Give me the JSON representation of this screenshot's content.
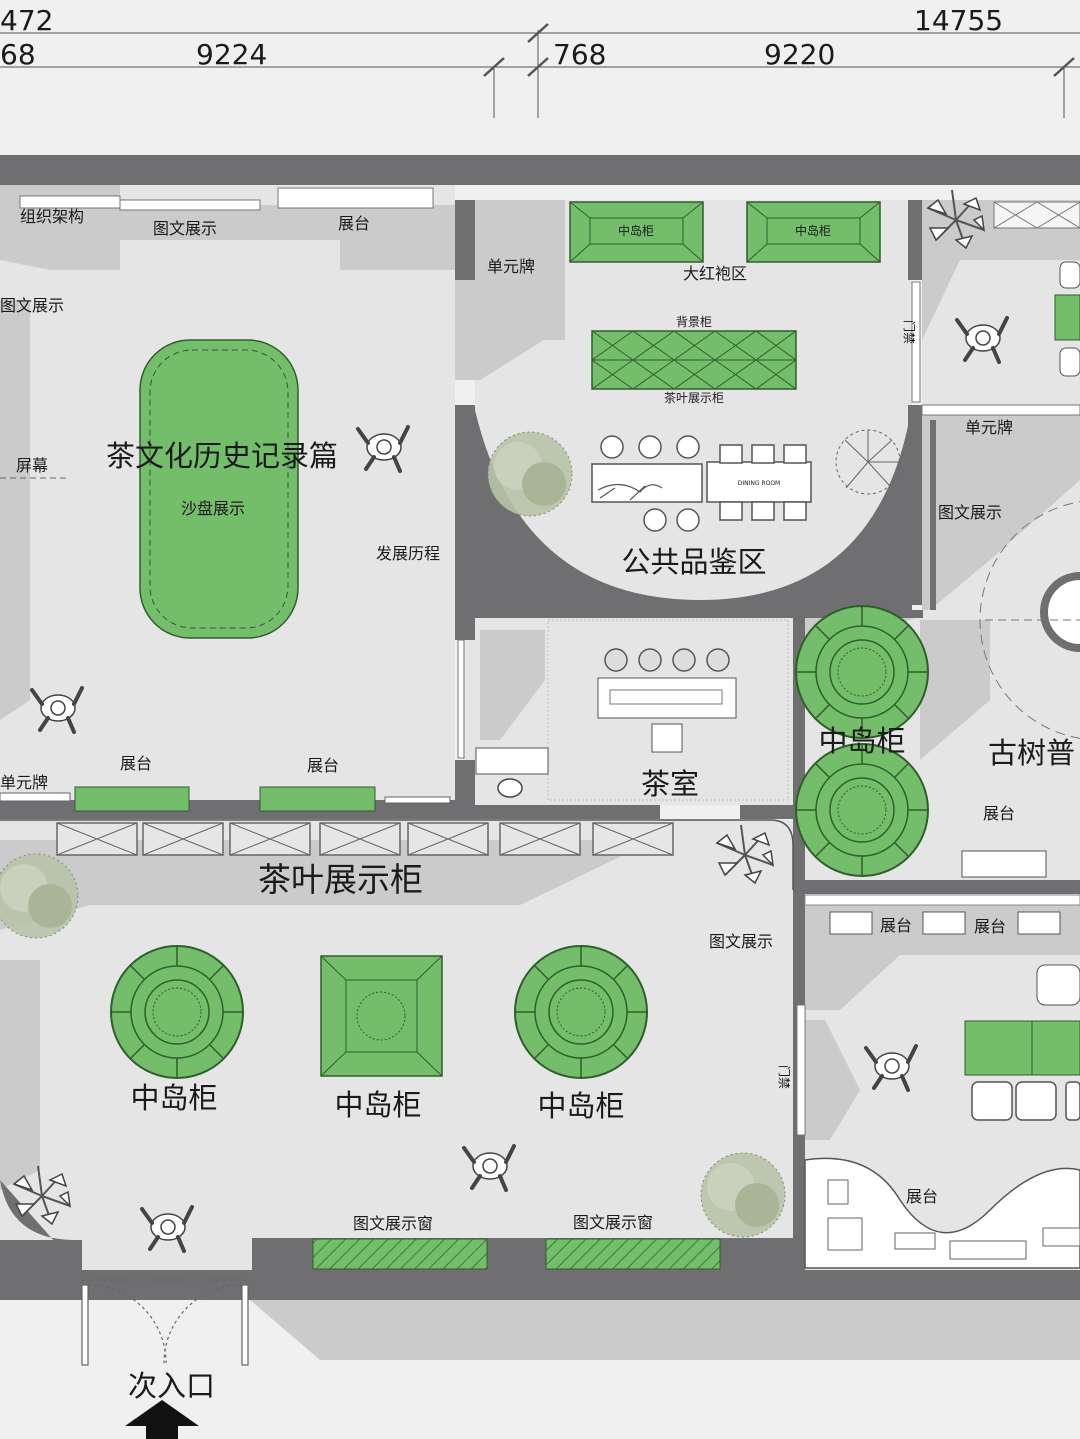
{
  "dimensions": {
    "d_472": "472",
    "d_68": "68",
    "d_9224": "9224",
    "d_768": "768",
    "d_9220": "9220",
    "d_14755": "14755"
  },
  "history_hall": {
    "org_chart": "组织架构",
    "graphic_display_top": "图文展示",
    "display_stand_top": "展台",
    "graphic_display_left": "图文展示",
    "screen": "屏幕",
    "title": "茶文化历史记录篇",
    "sand_table": "沙盘展示",
    "development_history": "发展历程",
    "display_stand_1": "展台",
    "display_stand_2": "展台",
    "unit_sign": "单元牌"
  },
  "dahongpao_area": {
    "unit_sign": "单元牌",
    "island_cabinet_1": "中岛柜",
    "island_cabinet_2": "中岛柜",
    "area_label": "大红袍区",
    "backdrop_cabinet": "背景柜",
    "tea_cabinet": "茶叶展示柜",
    "dining_label": "DINING ROOM",
    "tasting_area": "公共品鉴区"
  },
  "tea_room": {
    "label": "茶室"
  },
  "east_wing": {
    "unit_sign": "单元牌",
    "graphic_display": "图文展示",
    "island_cabinet": "中岛柜",
    "ancient_tree": "古树普",
    "display_stand": "展台",
    "door_tag": "门禁"
  },
  "main_hall": {
    "tea_cabinet_row": "茶叶展示柜",
    "island_cabinet_1": "中岛柜",
    "island_cabinet_2": "中岛柜",
    "island_cabinet_3": "中岛柜",
    "graphic_display": "图文展示",
    "window_1": "图文展示窗",
    "window_2": "图文展示窗",
    "entrance": "次入口"
  },
  "southeast_room": {
    "stand_1": "展台",
    "stand_2": "展台",
    "stand_3": "展台",
    "door_tag": "门禁"
  },
  "colors": {
    "wall": "#6f6f72",
    "floor": "#e5e5e5",
    "shadow": "#c9c9c9",
    "green": "#73bd6b",
    "green_dark": "#3f7a3a"
  },
  "icons": [
    "person-icon",
    "tree-icon",
    "plant-icon",
    "entrance-arrow-icon"
  ]
}
